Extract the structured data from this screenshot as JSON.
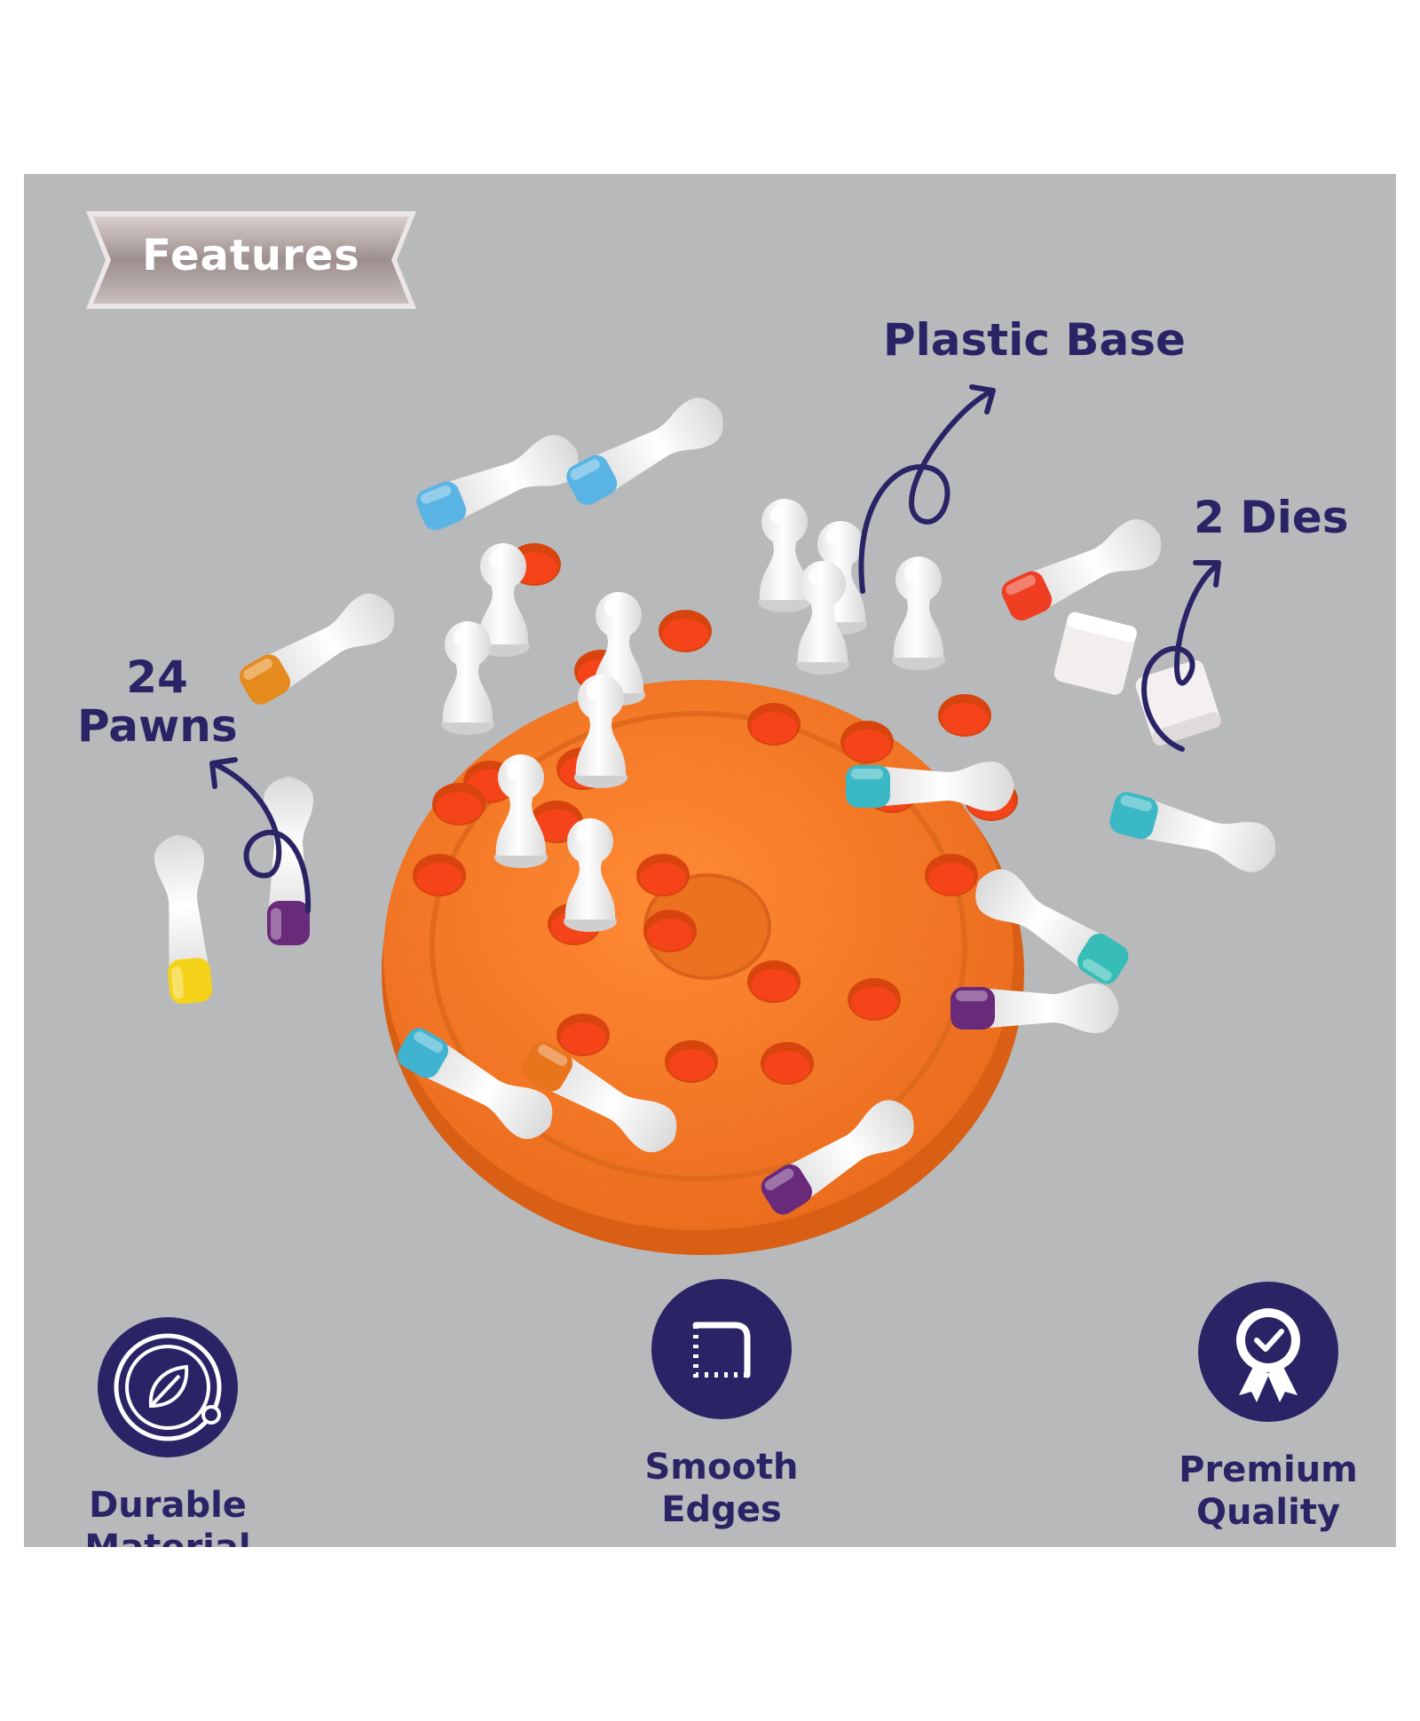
{
  "banner": {
    "title": "Features"
  },
  "callouts": {
    "plastic_base": "Plastic Base",
    "dies": "2 Dies",
    "pawns_line1": "24",
    "pawns_line2": "Pawns"
  },
  "features": [
    {
      "icon": "leaf-circle-icon",
      "line1": "Durable",
      "line2": "Material"
    },
    {
      "icon": "rounded-corner-icon",
      "line1": "Smooth",
      "line2": "Edges"
    },
    {
      "icon": "award-ribbon-icon",
      "line1": "Premium",
      "line2": "Quality"
    }
  ],
  "colors": {
    "background": "#b8b9bb",
    "accent_navy": "#2a2466",
    "board_orange": "#f47a22",
    "pawn_white": "#f4f4f4"
  }
}
